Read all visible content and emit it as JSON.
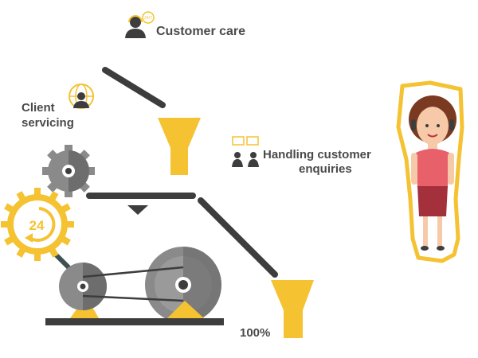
{
  "labels": {
    "customer_care": "Customer care",
    "client_servicing_line1": "Client",
    "client_servicing_line2": "servicing",
    "handling_line1": "Handling customer",
    "handling_line2": "enquiries",
    "percent": "100%",
    "gear_badge": "24",
    "agent_badge": "24/7"
  },
  "colors": {
    "accent": "#f5c232",
    "dark": "#3d3d3d",
    "gray": "#8a8a8a",
    "text": "#4a4a4a",
    "dress_top": "#e8606a",
    "skirt": "#a3303a"
  }
}
